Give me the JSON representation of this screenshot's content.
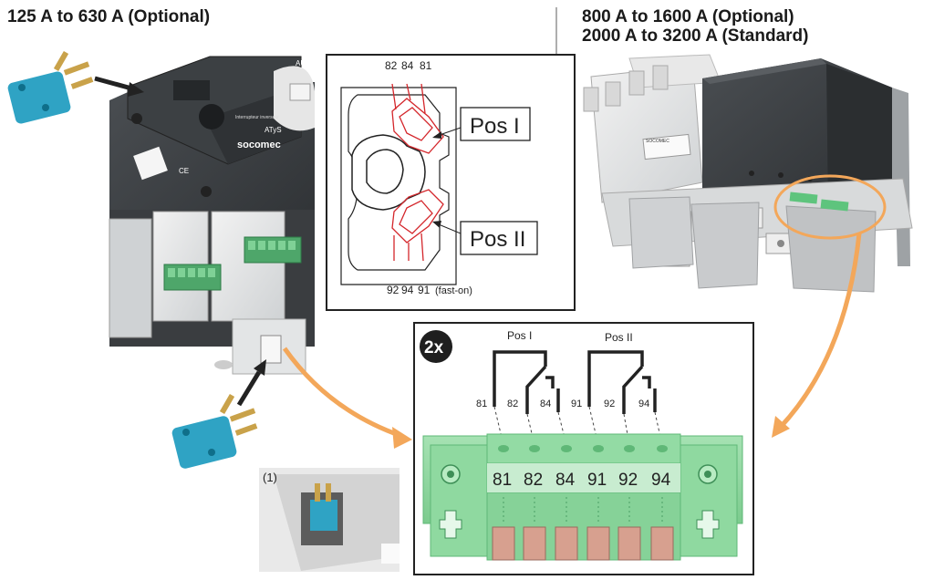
{
  "headings": {
    "left": "125 A to 630 A (Optional)",
    "right_line1": "800 A to 1600 A (Optional)",
    "right_line2": "2000 A to 3200 A (Standard)"
  },
  "device_small": {
    "brand": "socomec",
    "model": "ATyS",
    "label_line": "Interrupteur inverseur",
    "ce_mark": "CE",
    "auto_mark": "AUT"
  },
  "device_large": {
    "brand": "SOCOMEC"
  },
  "inset_note": "(1)",
  "switch_diagram": {
    "top_terminals": [
      "82",
      "84",
      "81"
    ],
    "bottom_terminals": [
      "92",
      "94",
      "91"
    ],
    "bottom_note": "(fast-on)",
    "pos1_label": "Pos I",
    "pos2_label": "Pos II"
  },
  "connector_diagram": {
    "badge": "2x",
    "group1_label": "Pos I",
    "group2_label": "Pos II",
    "wire_labels": [
      "81",
      "82",
      "84",
      "91",
      "92",
      "94"
    ],
    "terminal_labels": [
      "81",
      "82",
      "84",
      "91",
      "92",
      "94"
    ]
  },
  "colors": {
    "connector_green": "#8fd9a0",
    "connector_dark": "#5fb877",
    "terminal_pad": "#d7a08f",
    "arrow_orange": "#f3a75a",
    "switch_blue": "#2fa3c4",
    "red_wire": "#d4262b"
  }
}
